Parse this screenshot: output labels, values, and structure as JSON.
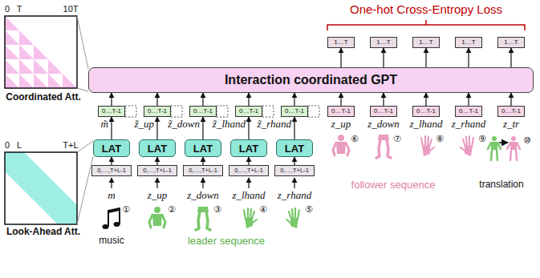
{
  "diagram": {
    "nodes": [
      {
        "text": [
          "1…T"
        ]
      },
      {
        "text": [
          "1…T"
        ]
      },
      {
        "text": [
          "1…T"
        ]
      },
      {
        "text": [
          "1…T"
        ]
      },
      {
        "text": [
          "1…T"
        ]
      },
      {
        "text": [
          "Interaction coordinated GPT"
        ]
      },
      {
        "text": [
          "0…T-1"
        ]
      },
      {
        "text": [
          "0…T-1"
        ]
      },
      {
        "text": [
          "0…T-1"
        ]
      },
      {
        "text": [
          "0…T-1"
        ]
      },
      {
        "text": [
          "0…T-1"
        ]
      },
      {
        "text": [
          "0…T-1"
        ]
      },
      {
        "text": [
          "0…T-1"
        ]
      },
      {
        "text": [
          "0…T-1"
        ]
      },
      {
        "text": [
          "0…T-1"
        ]
      },
      {
        "text": [
          "0…T-1"
        ]
      },
      {
        "text": [
          "LAT"
        ]
      },
      {
        "text": [
          "LAT"
        ]
      },
      {
        "text": [
          "LAT"
        ]
      },
      {
        "text": [
          "LAT"
        ]
      },
      {
        "text": [
          "LAT"
        ]
      },
      {
        "text": [
          "0,…,T+L-1"
        ]
      },
      {
        "text": [
          "0,…,T+L-1"
        ]
      },
      {
        "text": [
          "0,…,T+L-1"
        ]
      },
      {
        "text": [
          "0,…,T+L-1"
        ]
      },
      {
        "text": [
          "0,…,T+L-1"
        ]
      }
    ],
    "edges": [
      {
        "from": 5,
        "to": 0,
        "arrow": "to"
      },
      {
        "from": 5,
        "to": 1,
        "arrow": "to"
      },
      {
        "from": 5,
        "to": 2,
        "arrow": "to"
      },
      {
        "from": 5,
        "to": 3,
        "arrow": "to"
      },
      {
        "from": 5,
        "to": 4,
        "arrow": "to"
      },
      {
        "from": 6,
        "to": 5,
        "arrow": "to"
      },
      {
        "from": 7,
        "to": 5,
        "arrow": "to"
      },
      {
        "from": 8,
        "to": 5,
        "arrow": "to"
      },
      {
        "from": 9,
        "to": 5,
        "arrow": "to"
      },
      {
        "from": 10,
        "to": 5,
        "arrow": "to"
      },
      {
        "from": 11,
        "to": 5,
        "arrow": "to"
      },
      {
        "from": 12,
        "to": 5,
        "arrow": "to"
      },
      {
        "from": 13,
        "to": 5,
        "arrow": "to"
      },
      {
        "from": 14,
        "to": 5,
        "arrow": "to"
      },
      {
        "from": 15,
        "to": 5,
        "arrow": "to"
      },
      {
        "from": 16,
        "to": 6,
        "arrow": "to"
      },
      {
        "from": 17,
        "to": 7,
        "arrow": "to"
      },
      {
        "from": 18,
        "to": 8,
        "arrow": "to"
      },
      {
        "from": 19,
        "to": 9,
        "arrow": "to"
      },
      {
        "from": 20,
        "to": 10,
        "arrow": "to"
      },
      {
        "from": 21,
        "to": 16,
        "arrow": "to"
      },
      {
        "from": 22,
        "to": 17,
        "arrow": "to"
      },
      {
        "from": 23,
        "to": 18,
        "arrow": "to"
      },
      {
        "from": 24,
        "to": 19,
        "arrow": "to"
      },
      {
        "from": 25,
        "to": 20,
        "arrow": "to"
      }
    ],
    "labels": [
      "One-hot Cross-Entropy Loss",
      "0",
      "T",
      "10T",
      "Coordinated Att.",
      "0",
      "L",
      "T+L",
      "Look-Ahead Att.",
      "m̃",
      "z̃_up",
      "z̃_down",
      "z̃_lhand",
      "z̃_rhand",
      "z_up",
      "z_down",
      "z_lhand",
      "z_rhand",
      "z_tr",
      "m",
      "z_up",
      "z_down",
      "z_lhand",
      "z_rhand",
      "①",
      "②",
      "③",
      "④",
      "⑤",
      "music",
      "leader sequence",
      "⑥",
      "⑦",
      "⑧",
      "⑨",
      "⑩",
      "follower sequence",
      "translation"
    ]
  }
}
